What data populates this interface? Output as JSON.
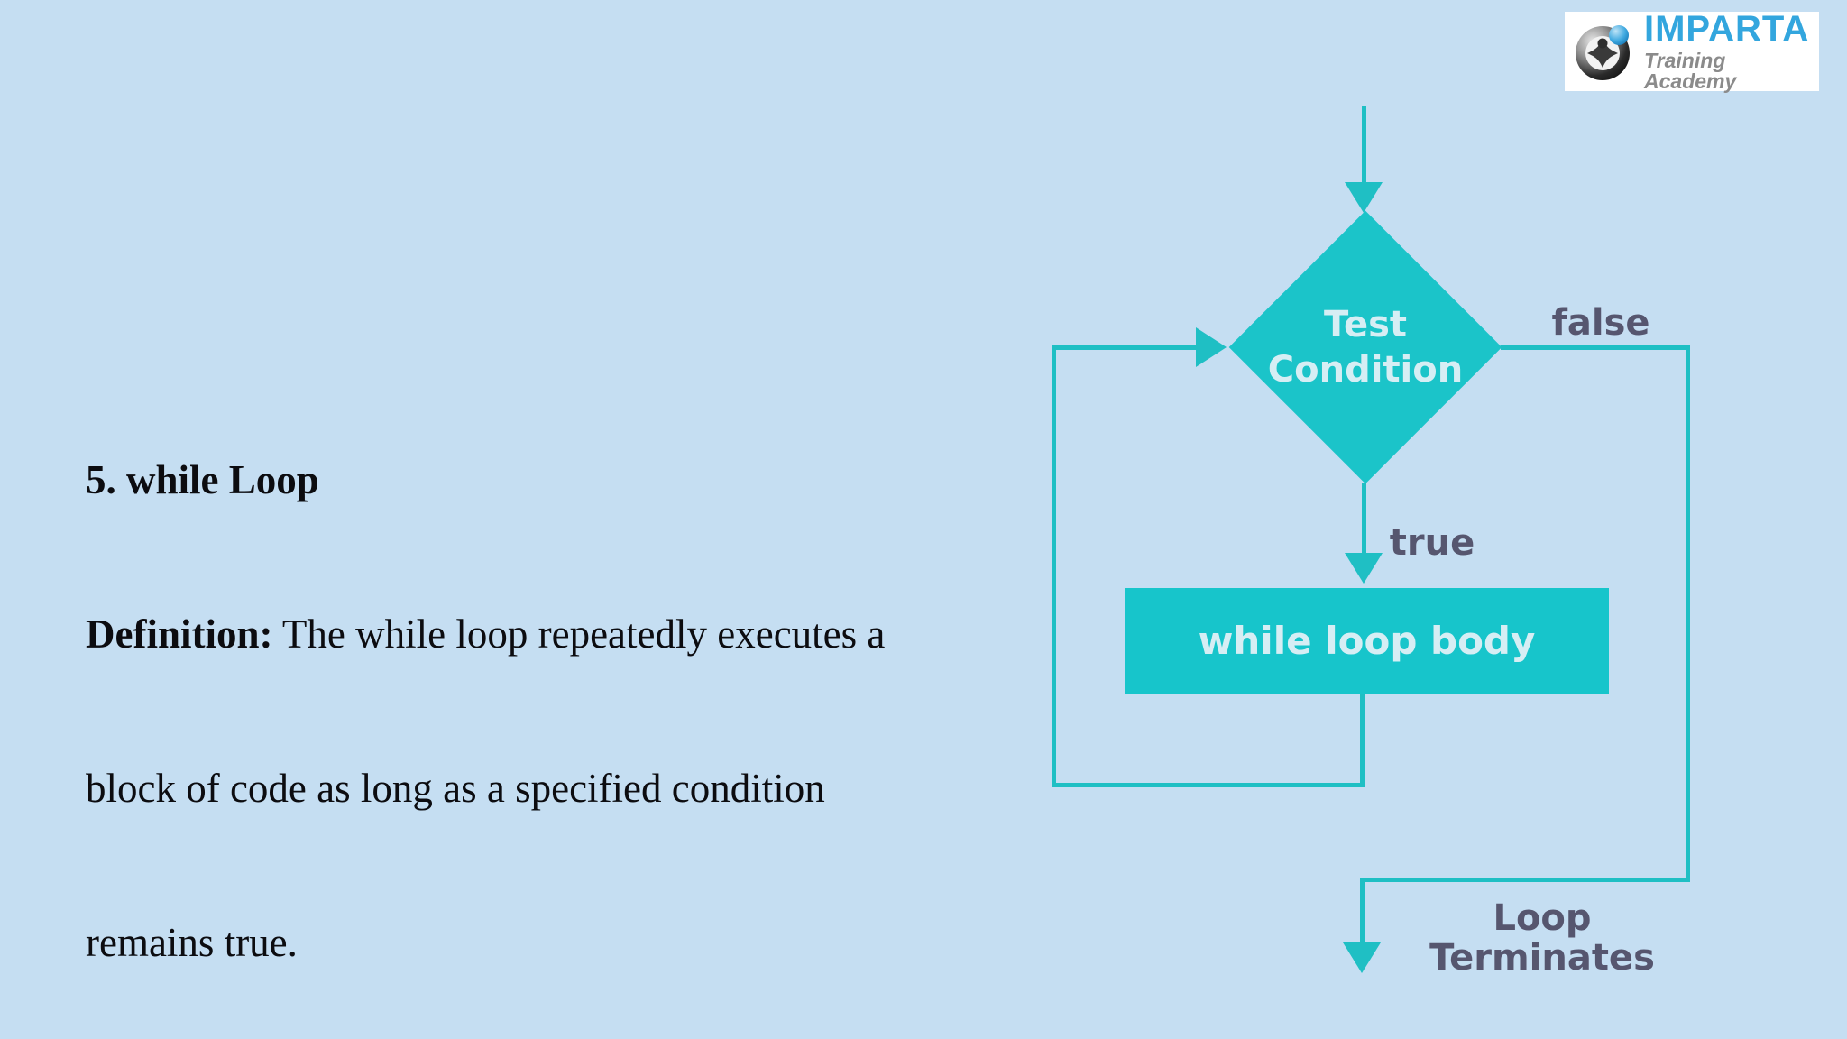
{
  "page": {
    "background_color": "#c5def2",
    "accent_teal": "#1bc4c9",
    "flow_label_color": "#56566f",
    "shape_text_color": "#d6eef4"
  },
  "logo": {
    "brand": "IMPARTA",
    "tagline": "Training Academy",
    "brand_color": "#33a6de",
    "tagline_color": "#8b8b8b",
    "icon": "person-in-ring-icon"
  },
  "content": {
    "heading": "5. while Loop",
    "definition_label": "Definition:",
    "definition_line1_rest": " The while loop repeatedly executes a",
    "definition_line2": "block of code as long as a specified condition",
    "definition_line3": "remains true."
  },
  "flowchart": {
    "diamond_label_line1": "Test",
    "diamond_label_line2": "Condition",
    "false_label": "false",
    "true_label": "true",
    "body_label": "while loop body",
    "terminate_label": "Loop Terminates"
  }
}
